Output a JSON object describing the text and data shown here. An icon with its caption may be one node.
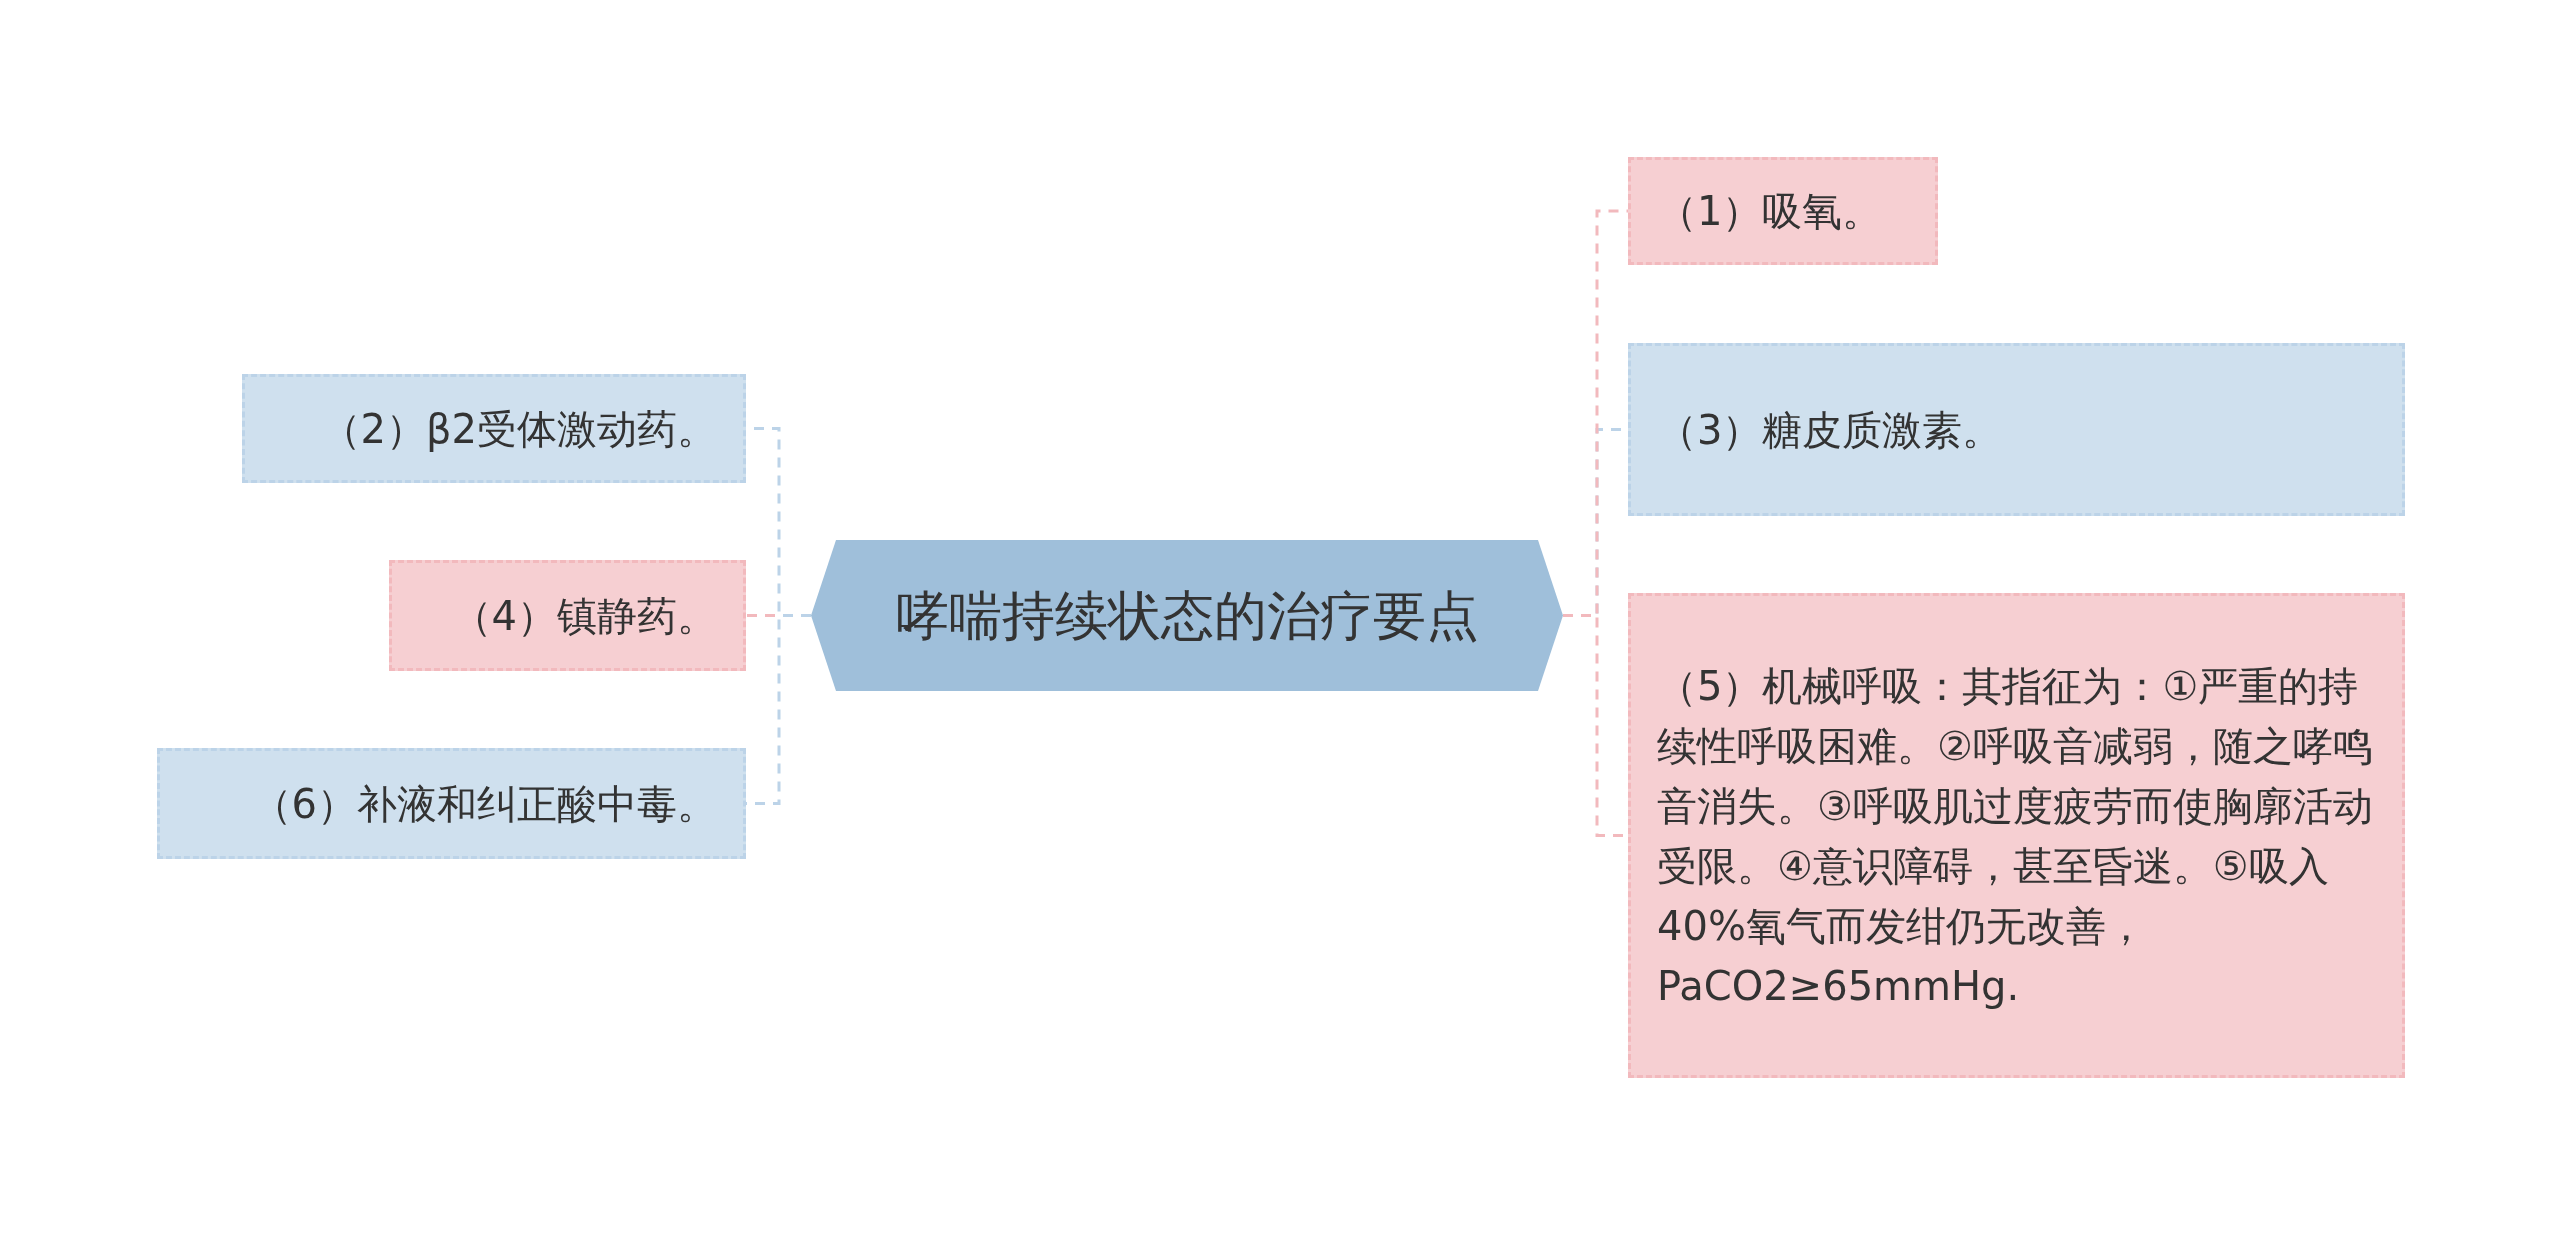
{
  "diagram": {
    "nodes": [
      {
        "text": [
          "哮喘持续状态的治疗要点"
        ]
      },
      {
        "text": [
          "（1）吸氧。"
        ]
      },
      {
        "text": [
          "（2）β2受体激动药。"
        ]
      },
      {
        "text": [
          "（3）糖皮质激素。"
        ]
      },
      {
        "text": [
          "（4）镇静药。"
        ]
      },
      {
        "text": [
          "（5）机械呼吸：其指征为：①严重的持续性呼吸困难。②呼吸音减弱，随之哮鸣音消失。③呼吸肌过度疲劳而使胸廓活动受限。④意识障碍，甚至昏迷。⑤吸入40%氧气而发绀仍无改善，PaCO2≥65mmHg."
        ]
      },
      {
        "text": [
          "（6）补液和纠正酸中毒。"
        ]
      }
    ],
    "edges": [
      {
        "from": 0,
        "to": 1,
        "arrow": "none",
        "style": "dashed",
        "color": "#f2b9bd"
      },
      {
        "from": 0,
        "to": 2,
        "arrow": "none",
        "style": "dashed",
        "color": "#bcd3e8"
      },
      {
        "from": 0,
        "to": 3,
        "arrow": "none",
        "style": "dashed",
        "color": "#bcd3e8"
      },
      {
        "from": 0,
        "to": 4,
        "arrow": "none",
        "style": "dashed",
        "color": "#f2b9bd"
      },
      {
        "from": 0,
        "to": 5,
        "arrow": "none",
        "style": "dashed",
        "color": "#f2b9bd"
      },
      {
        "from": 0,
        "to": 6,
        "arrow": "none",
        "style": "dashed",
        "color": "#bcd3e8"
      }
    ]
  }
}
